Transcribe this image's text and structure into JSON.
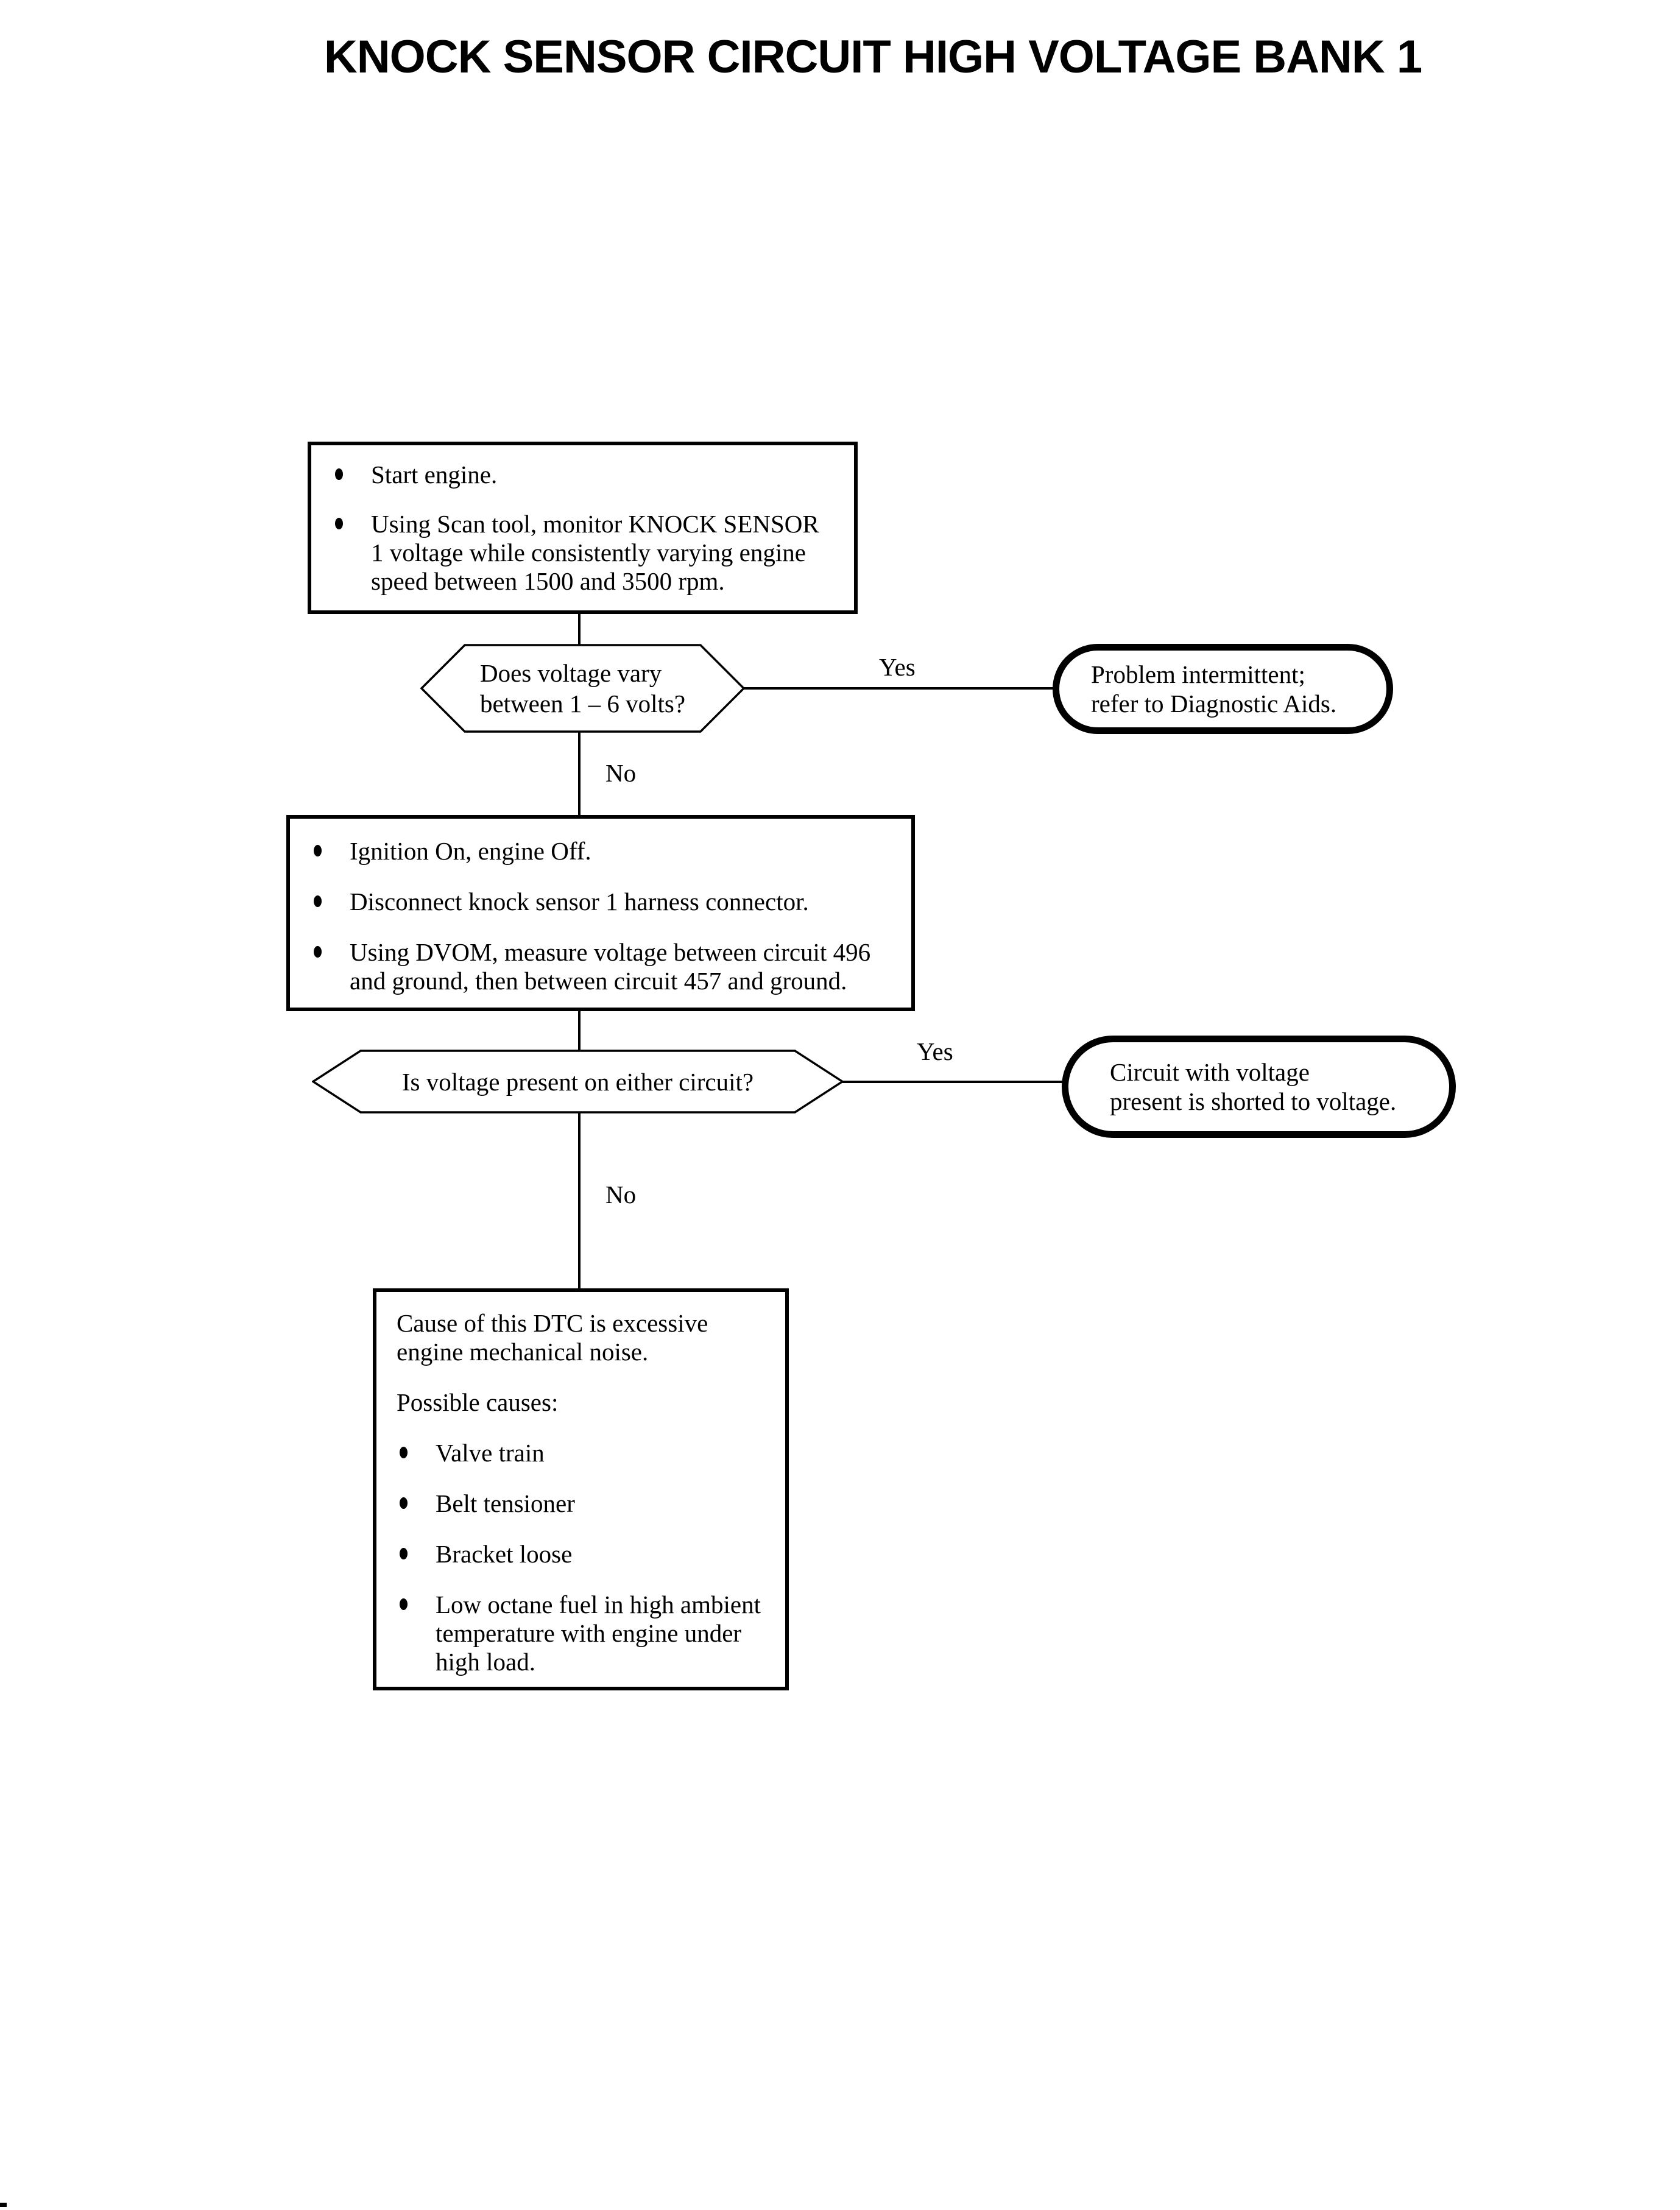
{
  "page": {
    "title": "KNOCK SENSOR CIRCUIT HIGH VOLTAGE BANK 1"
  },
  "colors": {
    "ink": "#000000",
    "paper": "#ffffff"
  },
  "flowchart": {
    "step1": {
      "bullets": [
        "Start engine.",
        "Using Scan tool, monitor KNOCK SENSOR\n1 voltage while consistently varying engine\nspeed between 1500 and 3500 rpm."
      ]
    },
    "decision1": {
      "question": "Does voltage vary\nbetween 1 – 6 volts?",
      "yes_label": "Yes",
      "no_label": "No"
    },
    "terminal1": {
      "text": "Problem intermittent;\nrefer to Diagnostic Aids."
    },
    "step2": {
      "bullets": [
        "Ignition On, engine Off.",
        "Disconnect knock sensor 1 harness connector.",
        "Using DVOM, measure voltage between circuit 496\nand ground, then between circuit 457 and ground."
      ]
    },
    "decision2": {
      "question": "Is voltage present on either circuit?",
      "yes_label": "Yes",
      "no_label": "No"
    },
    "terminal2": {
      "text": "Circuit with voltage\npresent is shorted to voltage."
    },
    "step3": {
      "intro": "Cause of this DTC is excessive\nengine mechanical noise.",
      "subheading": "Possible causes:",
      "bullets": [
        "Valve train",
        "Belt tensioner",
        "Bracket loose",
        "Low octane fuel in high ambient\ntemperature with engine under\nhigh load."
      ]
    }
  }
}
